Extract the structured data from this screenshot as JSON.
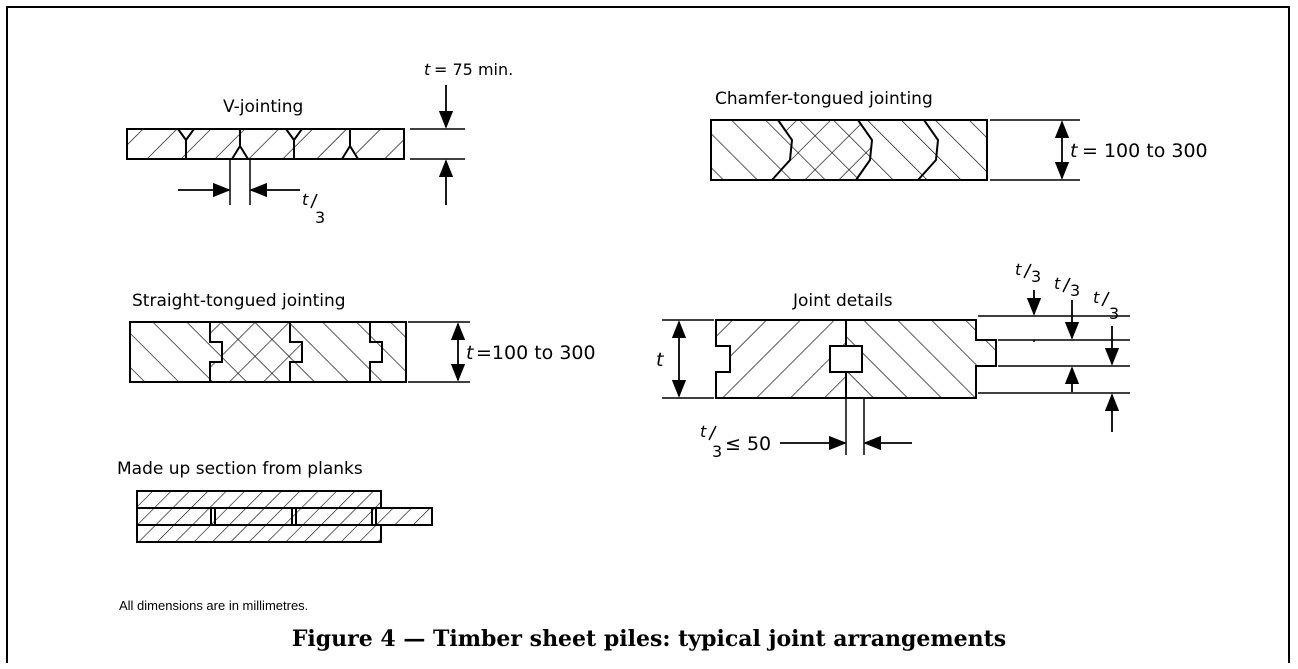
{
  "labels": {
    "v_jointing": "V-jointing",
    "chamfer": "Chamfer-tongued jointing",
    "straight": "Straight-tongued jointing",
    "joint_details": "Joint details",
    "made_up": "Made up section from planks"
  },
  "dims": {
    "t_label": "t",
    "v_t_value": "= 75 min.",
    "third_num": "t",
    "third_den": "3",
    "chamfer_t_value": "= 100 to 300",
    "straight_t_value": "=100 to 300",
    "joint_t_value": "≤ 50"
  },
  "note": "All dimensions are in millimetres.",
  "caption": "Figure 4 — Timber sheet piles: typical joint arrangements"
}
